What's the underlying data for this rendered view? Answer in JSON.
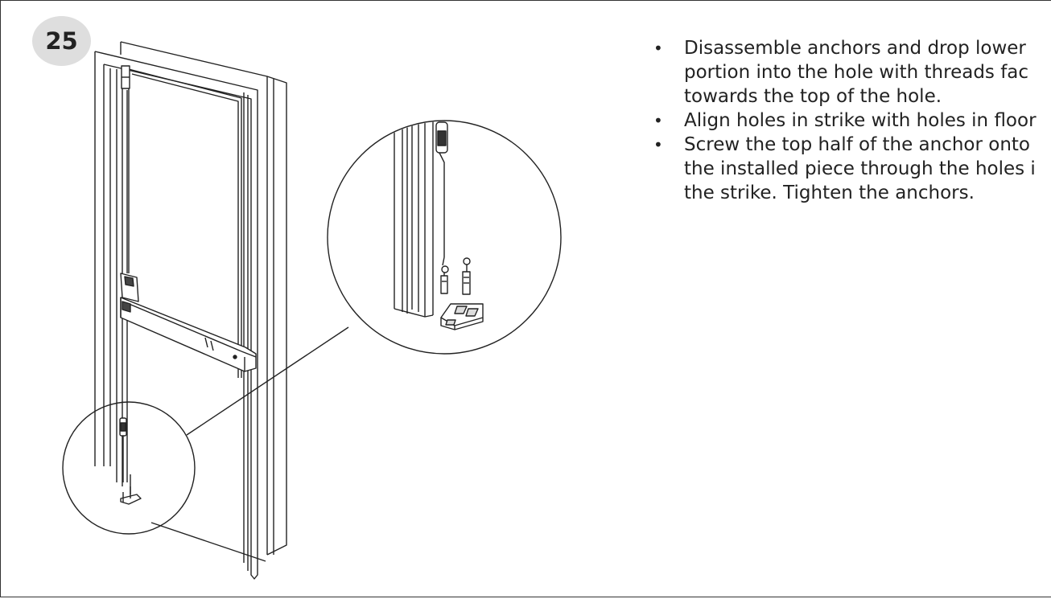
{
  "step": {
    "number": "25"
  },
  "instructions": [
    {
      "lines": [
        "Disassemble anchors and drop lower",
        "portion into the hole with threads fac",
        "towards the top of the hole."
      ]
    },
    {
      "lines": [
        "Align holes in strike with holes in floor"
      ]
    },
    {
      "lines": [
        "Screw the top half of the anchor onto",
        "the installed piece through the holes i",
        "the strike. Tighten the anchors."
      ]
    }
  ]
}
